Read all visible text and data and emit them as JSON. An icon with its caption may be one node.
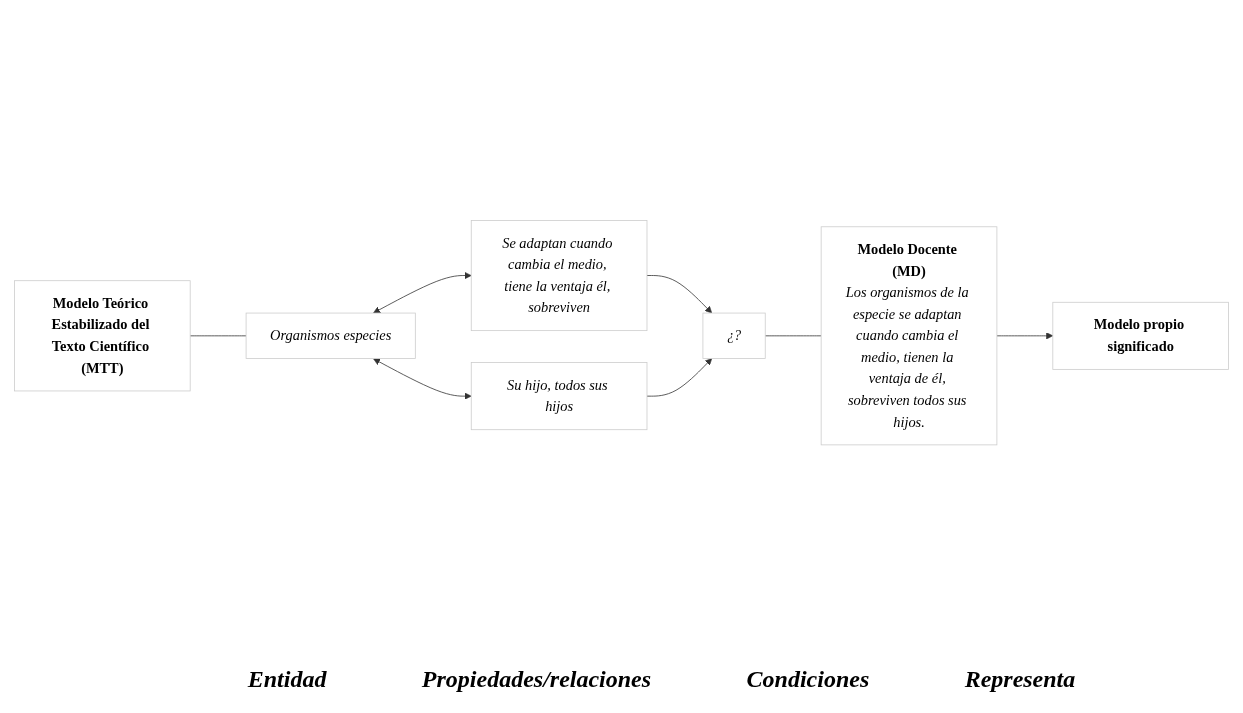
{
  "diagram": {
    "nodes": [
      {
        "text": [
          "Modelo Teórico Estabilizado del Texto Científico (MTT)"
        ]
      },
      {
        "text": [
          "Organismos especies"
        ]
      },
      {
        "text": [
          "Se adaptan cuando cambia el medio, tiene la ventaja él, sobreviven"
        ]
      },
      {
        "text": [
          "Su hijo, todos sus hijos"
        ]
      },
      {
        "text": [
          "¿?"
        ]
      },
      {
        "text": [
          "Modelo Docente (MD)",
          "Los organismos de la especie se adaptan cuando cambia el medio, tienen la ventaja de él, sobreviven todos sus hijos."
        ]
      },
      {
        "text": [
          "Modelo propio significado"
        ]
      }
    ],
    "edges": [
      {
        "from": 0,
        "to": 1,
        "arrow": "none"
      },
      {
        "from": 1,
        "to": 2,
        "arrow": "both"
      },
      {
        "from": 1,
        "to": 3,
        "arrow": "both"
      },
      {
        "from": 2,
        "to": 4,
        "arrow": "to"
      },
      {
        "from": 3,
        "to": 4,
        "arrow": "to"
      },
      {
        "from": 4,
        "to": 5,
        "arrow": "none"
      },
      {
        "from": 5,
        "to": 6,
        "arrow": "to"
      }
    ],
    "labels": [
      "Entidad",
      "Propiedades/relaciones",
      "Condiciones",
      "Representa"
    ]
  }
}
